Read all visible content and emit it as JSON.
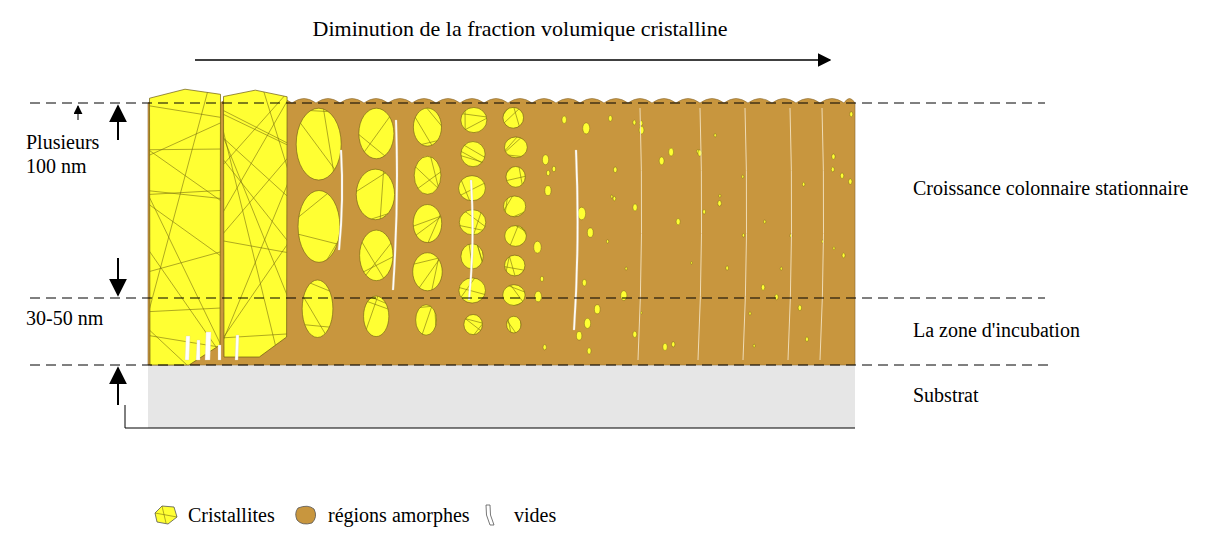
{
  "diagram": {
    "labels": [
      "Diminution de la fraction volumique cristalline",
      "Plusieurs 100 nm",
      "30-50 nm",
      "Croissance colonnaire stationnaire",
      "La zone d'incubation",
      "Substrat"
    ],
    "legend": [
      {
        "text": "Cristallites",
        "color": "#ffff33"
      },
      {
        "text": "régions amorphes",
        "color": "#c8963e"
      },
      {
        "text": "vides"
      }
    ]
  }
}
